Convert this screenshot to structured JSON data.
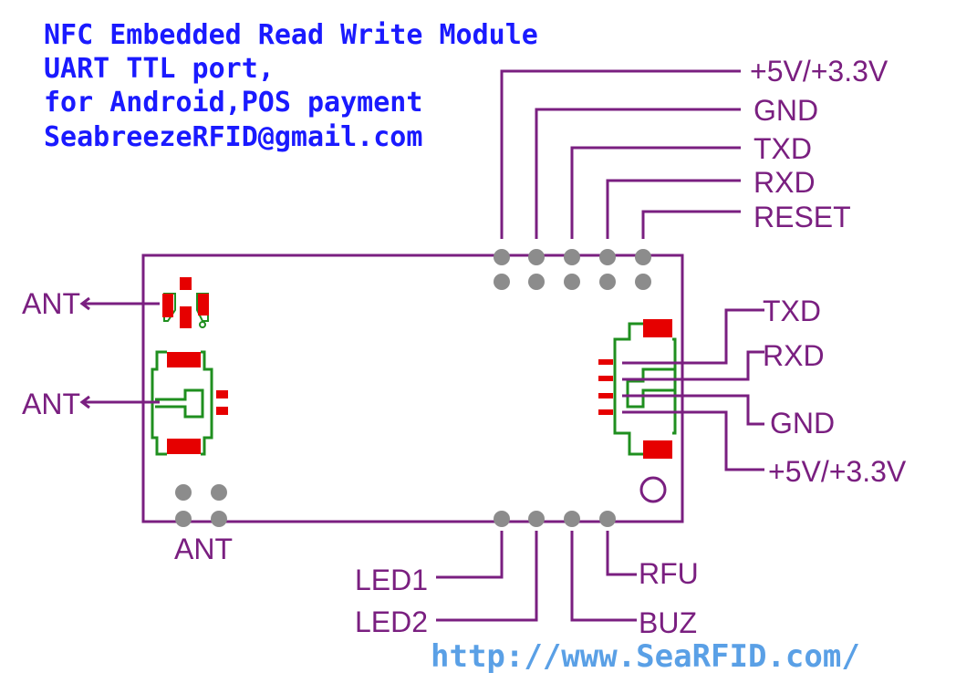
{
  "header": {
    "line1": "NFC Embedded Read Write Module",
    "line2": "UART TTL port,",
    "line3": "for Android,POS payment",
    "line4": "SeabreezeRFID@gmail.com"
  },
  "footer_url": "http://www.SeaRFID.com/",
  "top_header_pins": [
    "+5V/+3.3V",
    "GND",
    "TXD",
    "RXD",
    "RESET"
  ],
  "right_connector_pins": [
    "TXD",
    "RXD",
    "GND",
    "+5V/+3.3V"
  ],
  "bottom_pins": [
    "LED1",
    "LED2",
    "BUZ",
    "RFU"
  ],
  "antenna_labels": [
    "ANT",
    "ANT",
    "ANT"
  ],
  "colors": {
    "header_text": "#1a1aff",
    "url_text": "#5aa0e6",
    "wires_and_labels": "#7a1f80",
    "pads": "#8c8c8c",
    "copper": "#e60000",
    "silkscreen": "#1f8f1f"
  }
}
